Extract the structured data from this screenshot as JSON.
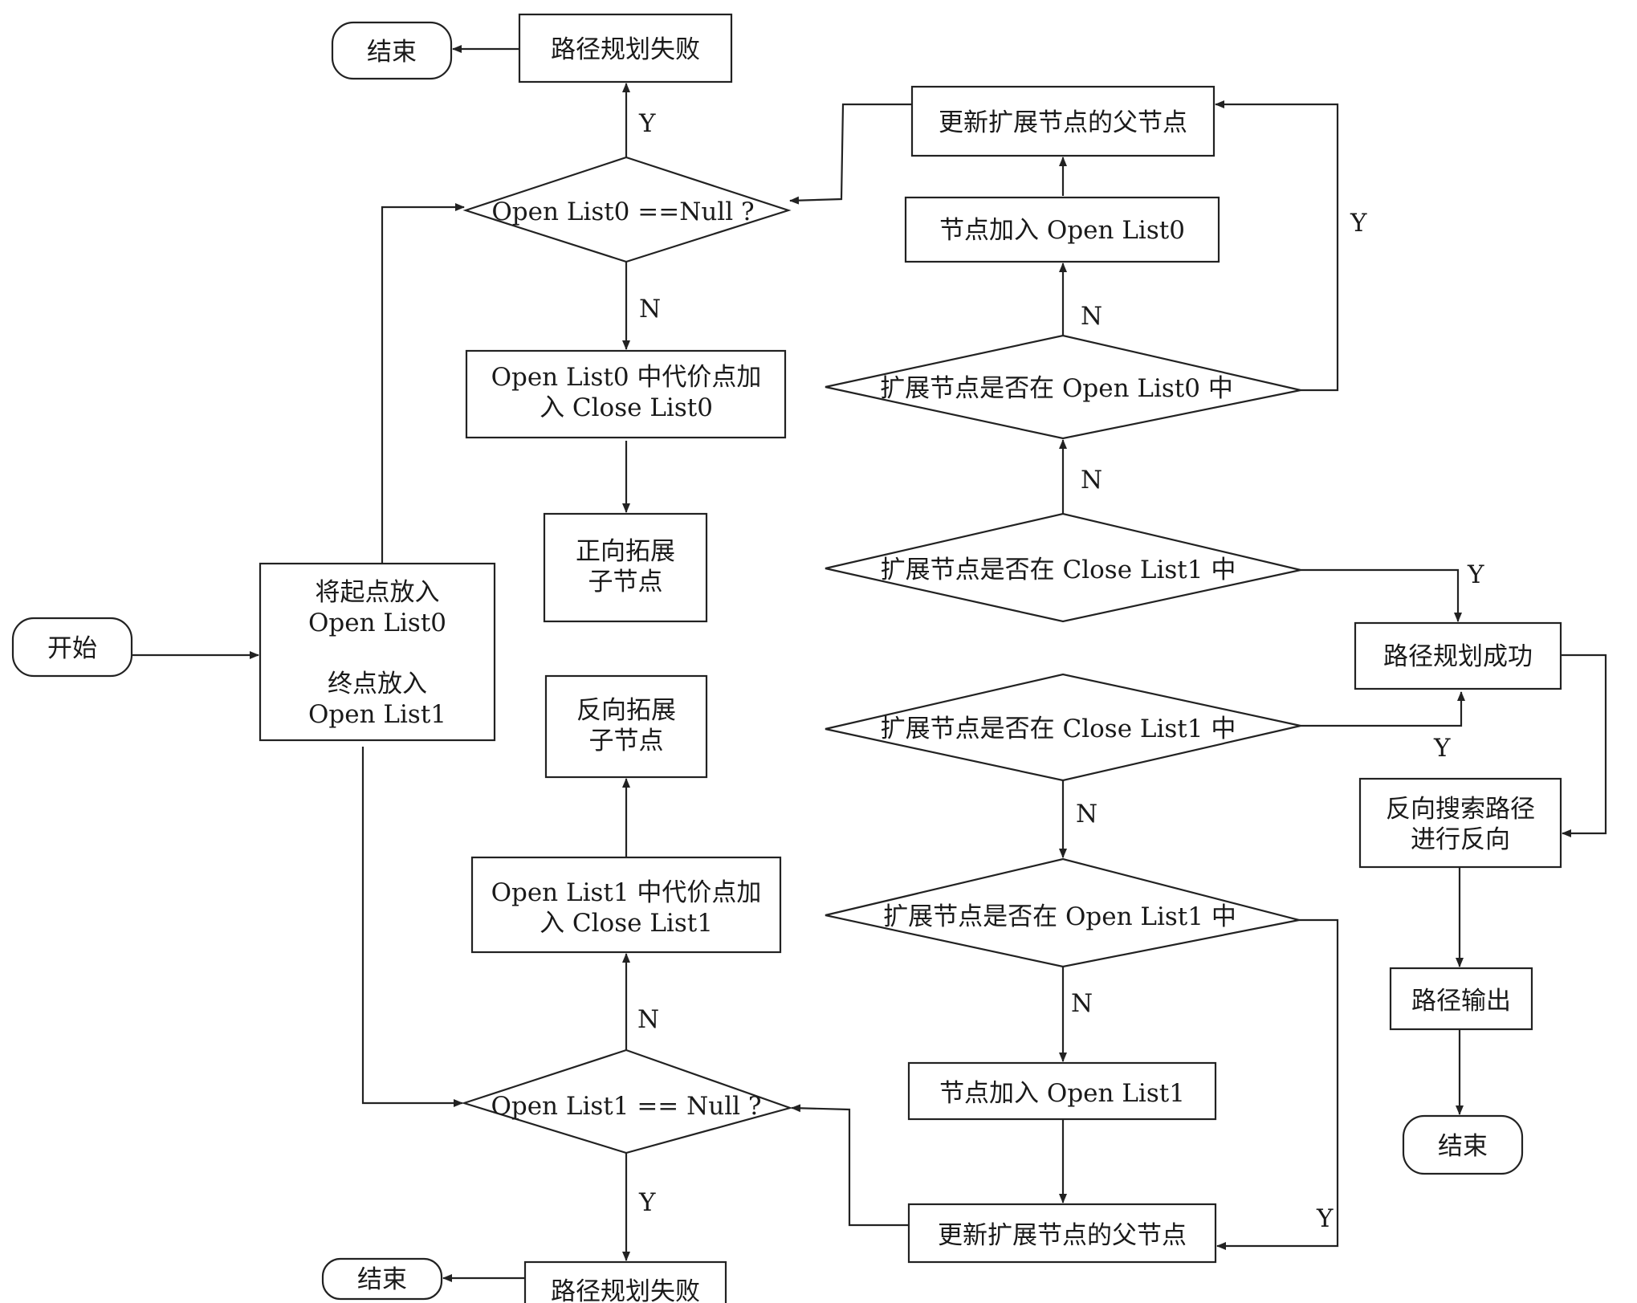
{
  "nodes": {
    "start": "开始",
    "init_line1": "将起点放入",
    "init_line2": "Open List0",
    "init_line3": "终点放入",
    "init_line4": "Open List1",
    "fail_top": "路径规划失败",
    "end_top": "结束",
    "dec_open0_null": "Open List0 ==Null ?",
    "fwd_close_line1": "Open List0 中代价点加",
    "fwd_close_line2": "入 Close List0",
    "fwd_expand_line1": "正向拓展",
    "fwd_expand_line2": "子节点",
    "dec_in_close1_a": "扩展节点是否在 Close List1 中",
    "dec_in_open0": "扩展节点是否在 Open List0 中",
    "add_open0": "节点加入 Open List0",
    "update_parent_top": "更新扩展节点的父节点",
    "success": "路径规划成功",
    "reverse_line1": "反向搜索路径",
    "reverse_line2": "进行反向",
    "output": "路径输出",
    "end_right": "结束",
    "dec_open1_null": "Open List1 == Null ?",
    "bwd_close_line1": "Open List1 中代价点加",
    "bwd_close_line2": "入 Close List1",
    "bwd_expand_line1": "反向拓展",
    "bwd_expand_line2": "子节点",
    "fail_bottom": "路径规划失败",
    "end_bottom": "结束",
    "dec_in_close1_b": "扩展节点是否在 Close List1 中",
    "dec_in_open1": "扩展节点是否在 Open List1 中",
    "add_open1": "节点加入 Open List1",
    "update_parent_bottom": "更新扩展节点的父节点"
  },
  "edge_labels": {
    "yes": "Y",
    "no": "N"
  }
}
